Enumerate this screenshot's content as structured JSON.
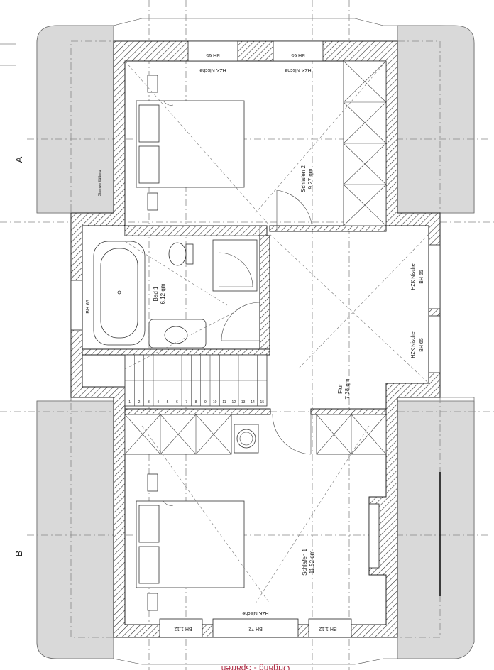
{
  "axes": {
    "a": "A",
    "b": "B"
  },
  "rooms": {
    "schlafen2": {
      "name": "Schlafen 2",
      "area": "9,27 qm"
    },
    "bad1": {
      "name": "Bad 1",
      "area": "6,12 qm"
    },
    "flur": {
      "name": "Flur",
      "area": "7,38 qm"
    },
    "schlafen1": {
      "name": "Schlafen 1",
      "area": "11,52 qm"
    }
  },
  "labels": {
    "hzk_nische": "HZK Nische",
    "bh65": "BH 65",
    "bh72": "BH 72",
    "bh112": "BH 1,12",
    "strangentlueftung": "Strangentlüftung",
    "stairs": [
      "1",
      "2",
      "3",
      "4",
      "5",
      "6",
      "7",
      "8",
      "9",
      "10",
      "11",
      "12",
      "13",
      "14",
      "15"
    ]
  },
  "footer": {
    "text": "Ortgang - Sparren"
  },
  "colors": {
    "line": "#222222",
    "grey": "#d9d9d9",
    "footer": "#b03048"
  }
}
